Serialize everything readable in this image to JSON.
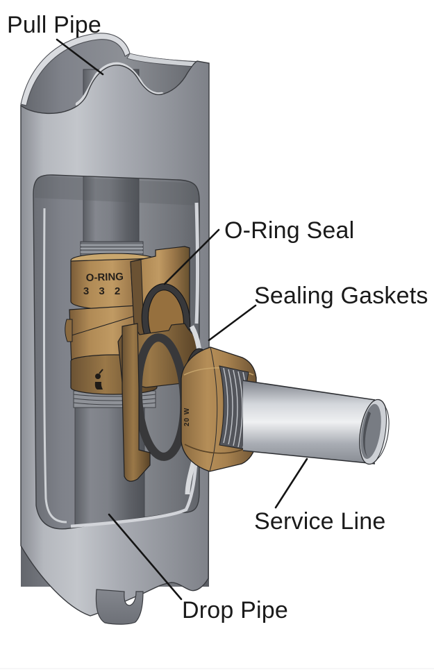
{
  "diagram": {
    "callouts": [
      {
        "id": "pull-pipe",
        "label": "Pull Pipe"
      },
      {
        "id": "o-ring-seal",
        "label": "O-Ring Seal"
      },
      {
        "id": "sealing-gaskets",
        "label": "Sealing Gaskets"
      },
      {
        "id": "service-line",
        "label": "Service Line"
      },
      {
        "id": "drop-pipe",
        "label": "Drop Pipe"
      }
    ],
    "part_stamps": {
      "adapter_line1": "O-RING",
      "adapter_line2": "3 3 2",
      "nut_side": "20 W"
    },
    "colors": {
      "background": "#ffffff",
      "label_text": "#1a1a1a",
      "leader_line": "#141414",
      "casing_gray": "#a9acb2",
      "casing_highlight": "#c3c6cb",
      "casing_cut_edge": "#d9dbdf",
      "interior_gray": "#7b7e84",
      "pipe_gray": "#7d8087",
      "brass": "#b08a55",
      "brass_dark": "#6b5233",
      "gasket_rubber": "#39393b",
      "service_steel": "#eff0f2"
    }
  }
}
